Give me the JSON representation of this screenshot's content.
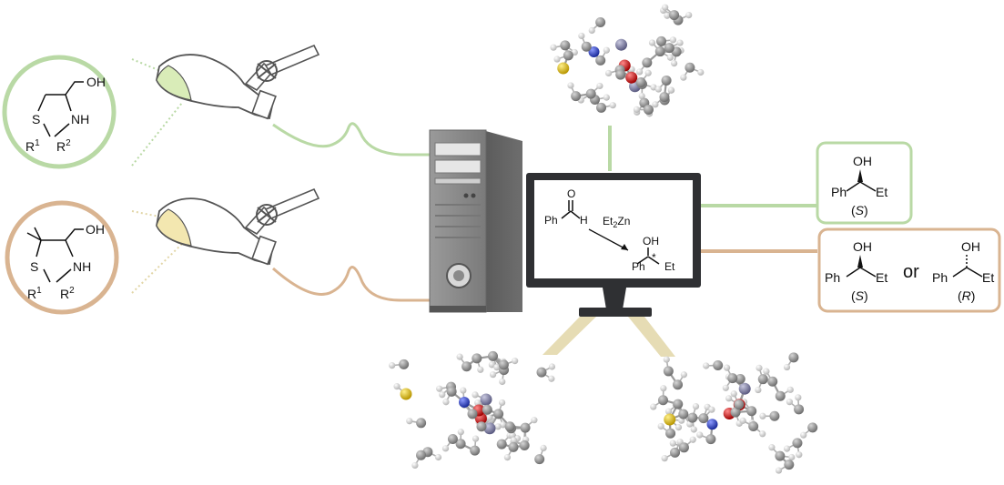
{
  "colors": {
    "green": "#b9d9a5",
    "tan": "#d9b491",
    "beam": "#e2d6a7",
    "flask_green": "#d9ecb8",
    "flask_tan": "#f3e7b0",
    "tower": "#8c8c8c",
    "monitor": "#2f3033",
    "atom_c": "#8f8f8f",
    "atom_h": "#ededed",
    "atom_n": "#3344cc",
    "atom_o": "#dd1a1a",
    "atom_s": "#e3c21c",
    "atom_zn": "#8686a8"
  },
  "ligand_top": {
    "oh": "OH",
    "s": "S",
    "nh": "NH",
    "r1": "R",
    "r1_sup": "1",
    "r2": "R",
    "r2_sup": "2"
  },
  "ligand_bottom": {
    "oh": "OH",
    "s": "S",
    "nh": "NH",
    "r1": "R",
    "r1_sup": "1",
    "r2": "R",
    "r2_sup": "2"
  },
  "screen": {
    "aldehyde_o": "O",
    "aldehyde_ph": "Ph",
    "aldehyde_h": "H",
    "reagent": "Et",
    "reagent_sub": "2",
    "reagent_zn": "Zn",
    "product_oh": "OH",
    "product_ph": "Ph",
    "product_et": "Et",
    "star": "*"
  },
  "product_green": {
    "oh": "OH",
    "ph": "Ph",
    "et": "Et",
    "config": "S"
  },
  "product_tan": {
    "left": {
      "oh": "OH",
      "ph": "Ph",
      "et": "Et",
      "config": "S"
    },
    "or": "or",
    "right": {
      "oh": "OH",
      "ph": "Ph",
      "et": "Et",
      "config": "R"
    }
  }
}
